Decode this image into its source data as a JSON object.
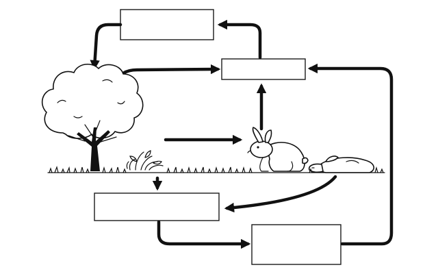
{
  "boxes": [
    {
      "id": "top",
      "label": ""
    },
    {
      "id": "upper-middle",
      "label": ""
    },
    {
      "id": "lower-left",
      "label": ""
    },
    {
      "id": "bottom-right",
      "label": ""
    }
  ],
  "colors": {
    "line": "#111111",
    "box_fill": "#ffffff",
    "background": "#ffffff"
  },
  "icons": [
    "tree-icon",
    "shrub-icon",
    "rabbit-icon",
    "dead-rabbit-icon",
    "grass-ground"
  ]
}
